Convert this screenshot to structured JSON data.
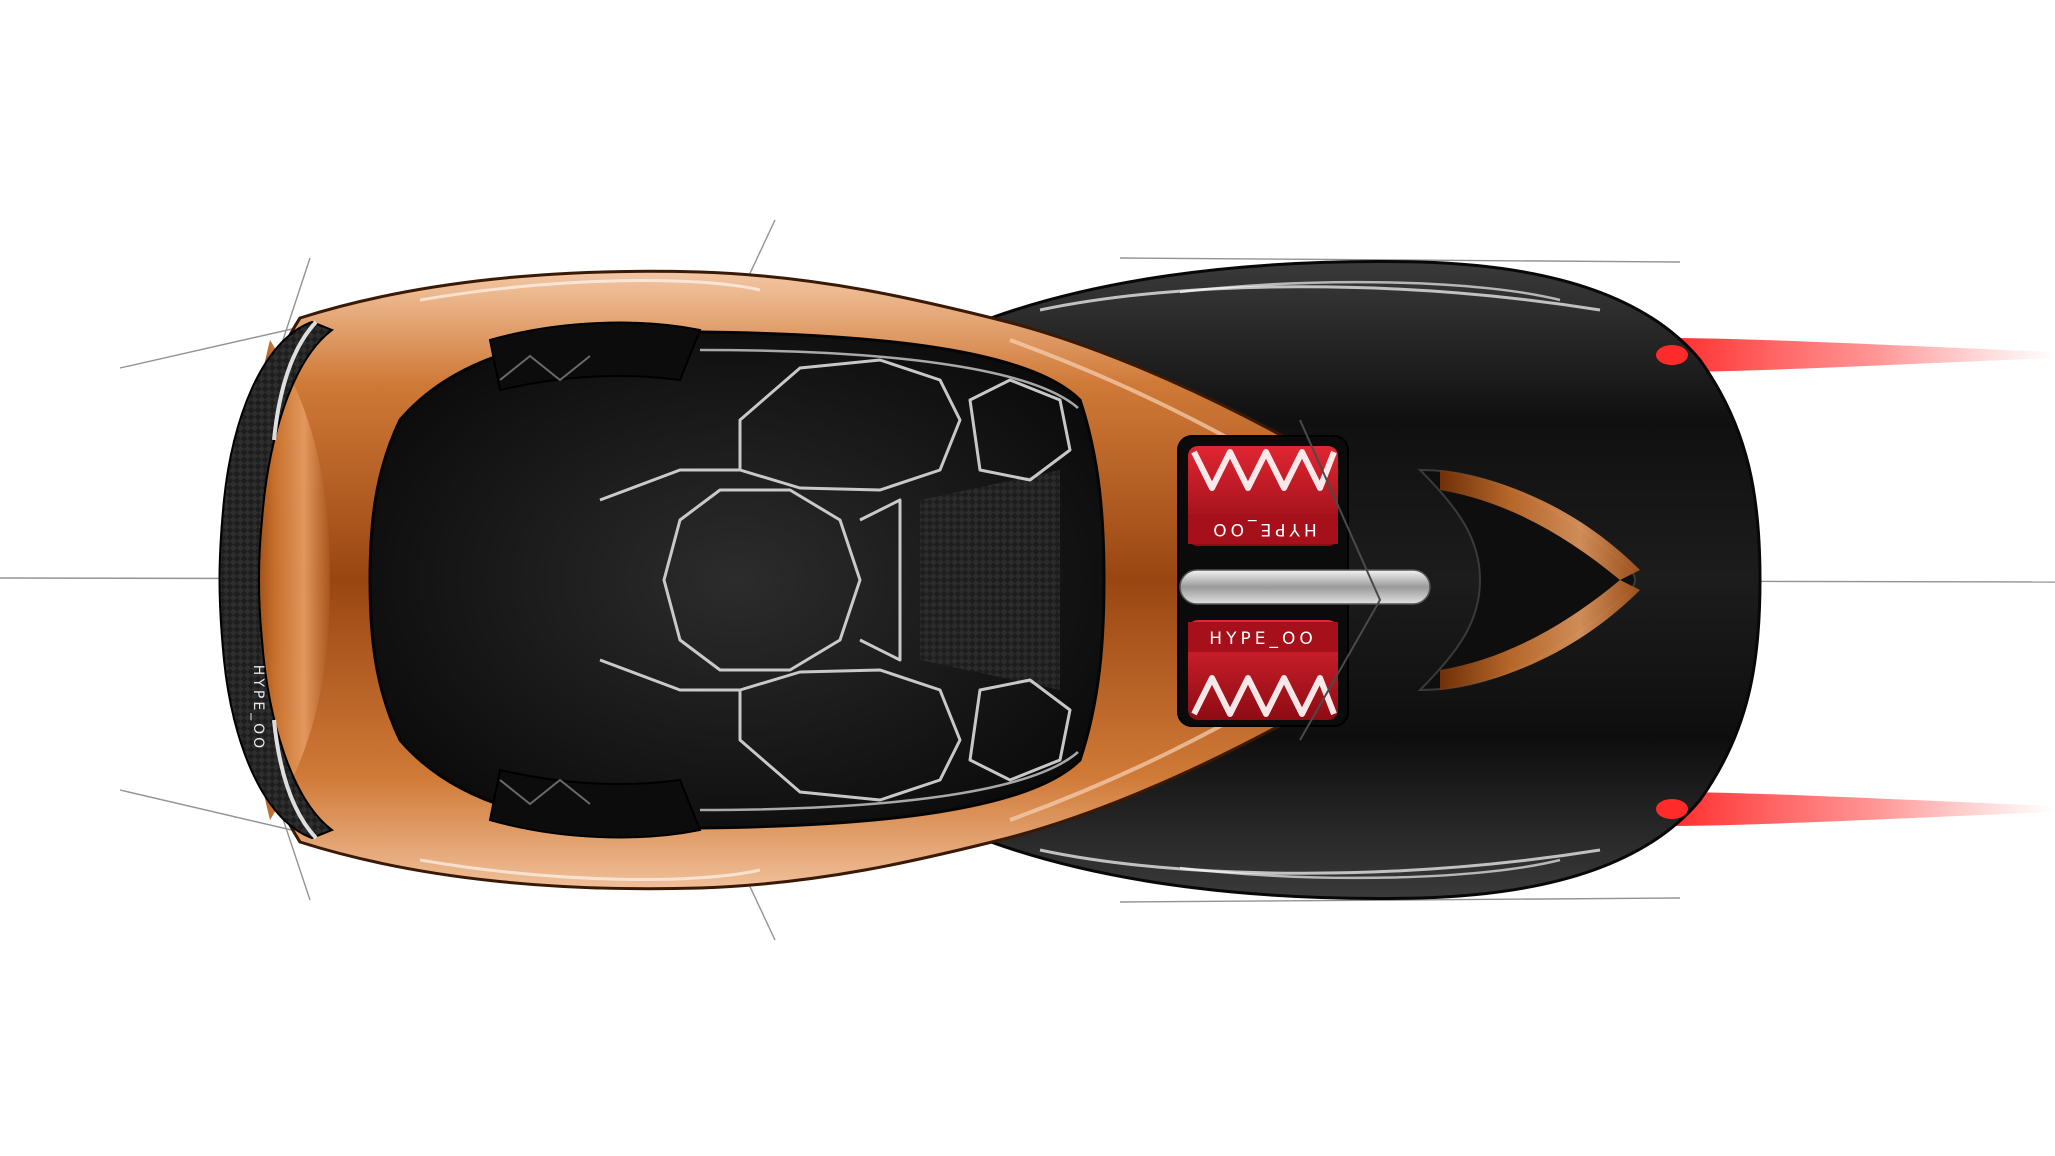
{
  "scene": {
    "subject": "hypercar-top-view-sketch",
    "colors": {
      "background": "#ffffff",
      "copper_light": "#e7a070",
      "copper_mid": "#b9601e",
      "copper_dark": "#6e2e08",
      "body_black": "#141414",
      "carbon": "#2a2a2a",
      "engine_red": "#c8121e",
      "tail_light": "#ff2b2b",
      "construction_line": "#7a7a7a",
      "cockpit_line": "#d9d9d9"
    }
  },
  "labels": {
    "engine_top": "HYPE_OO",
    "engine_bottom": "HYPE_OO",
    "nose_badge": "HYPE_OO"
  }
}
